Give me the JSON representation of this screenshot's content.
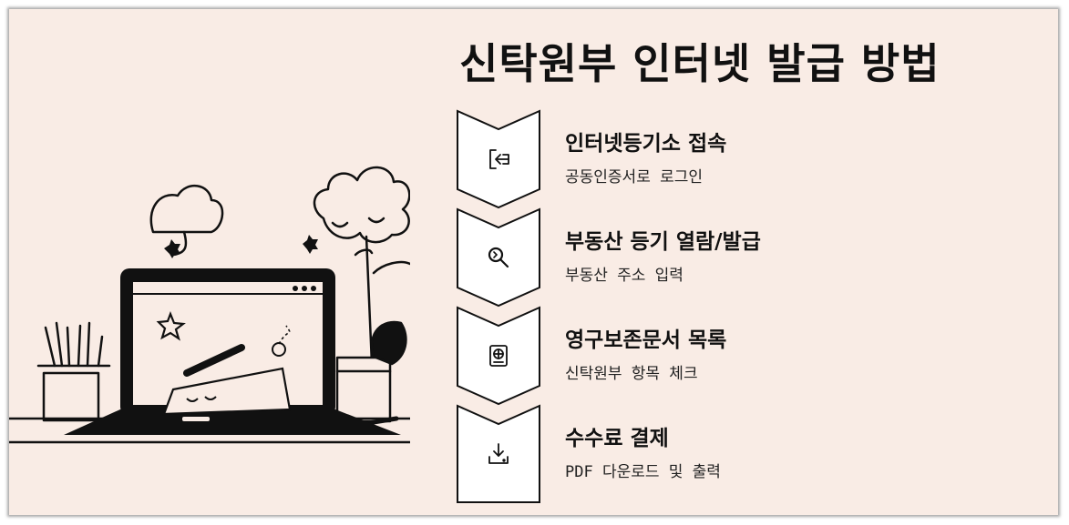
{
  "title": "신탁원부 인터넷 발급 방법",
  "steps": [
    {
      "title": "인터넷등기소 접속",
      "subtitle": "공동인증서로 로그인",
      "icon": "login-icon"
    },
    {
      "title": "부동산 등기 열람/발급",
      "subtitle": "부동산 주소 입력",
      "icon": "search-icon"
    },
    {
      "title": "영구보존문서 목록",
      "subtitle": "신탁원부 항목 체크",
      "icon": "passport-icon"
    },
    {
      "title": "수수료 결제",
      "subtitle": "PDF 다운로드 및 출력",
      "icon": "download-icon"
    }
  ],
  "colors": {
    "background": "#f9ece5",
    "ink": "#111111",
    "panel": "#ffffff"
  }
}
